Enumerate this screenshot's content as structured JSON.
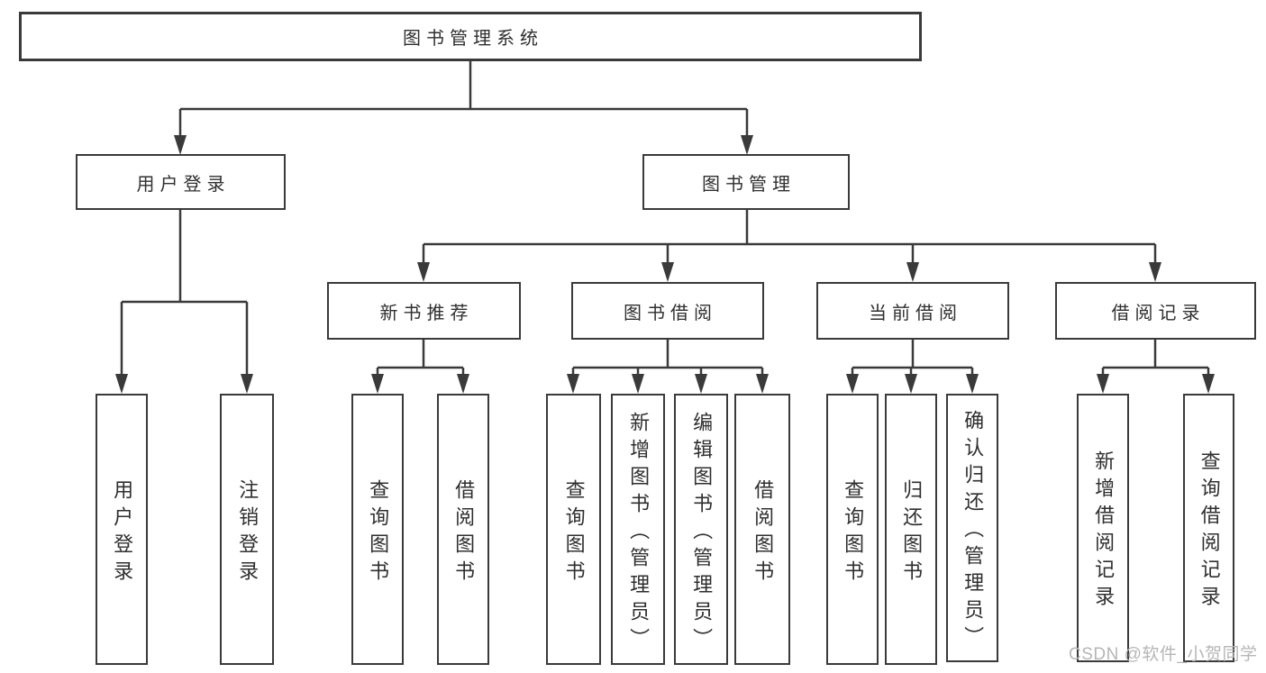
{
  "diagram_title": "图书管理系统",
  "watermark": "CSDN @软件_小贺同学",
  "colors": {
    "background": "#ffffff",
    "line": "#3a3a3a",
    "box_border": "#3a3a3a",
    "text": "#2f2f2f",
    "watermark": "#b6b6b6"
  },
  "nodes": {
    "root": {
      "label": "图书管理系统"
    },
    "user_login": {
      "label": "用户登录"
    },
    "book_mgmt": {
      "label": "图书管理"
    },
    "new_book_rec": {
      "label": "新书推荐"
    },
    "book_borrow": {
      "label": "图书借阅"
    },
    "current_borrow": {
      "label": "当前借阅"
    },
    "borrow_record": {
      "label": "借阅记录"
    },
    "leaf_user_login": {
      "label": "用户登录"
    },
    "leaf_logout": {
      "label": "注销登录"
    },
    "leaf_rec_query_book": {
      "label": "查询图书"
    },
    "leaf_rec_borrow_book": {
      "label": "借阅图书"
    },
    "leaf_bor_query_book": {
      "label": "查询图书"
    },
    "leaf_bor_add_book": {
      "label": "新增图书（管理员）"
    },
    "leaf_bor_edit_book": {
      "label": "编辑图书（管理员）"
    },
    "leaf_bor_borrow_book": {
      "label": "借阅图书"
    },
    "leaf_cur_query_book": {
      "label": "查询图书"
    },
    "leaf_cur_return_book": {
      "label": "归还图书"
    },
    "leaf_cur_confirm_return": {
      "label": "确认归还（管理员）"
    },
    "leaf_recd_add_record": {
      "label": "新增借阅记录"
    },
    "leaf_recd_query_record": {
      "label": "查询借阅记录"
    }
  }
}
